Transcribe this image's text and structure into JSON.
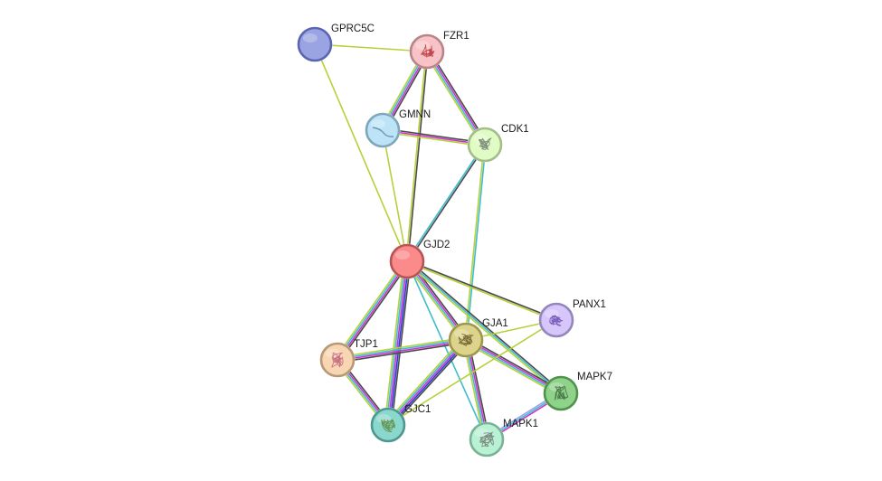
{
  "nodes": [
    {
      "id": "GPRC5C",
      "label": "GPRC5C",
      "fill": "#9aa4e2",
      "stroke": "#5a66b4",
      "glyph": "none"
    },
    {
      "id": "FZR1",
      "label": "FZR1",
      "fill": "#f7c3c6",
      "stroke": "#b88488",
      "glyph": "protein-structure-red"
    },
    {
      "id": "GMNN",
      "label": "GMNN",
      "fill": "#bde4f6",
      "stroke": "#7fa7bc",
      "glyph": "protein-structure-blue"
    },
    {
      "id": "CDK1",
      "label": "CDK1",
      "fill": "#e1fbc4",
      "stroke": "#a3bd86",
      "glyph": "protein-structure-gray"
    },
    {
      "id": "GJD2",
      "label": "GJD2",
      "fill": "#fb8b8b",
      "stroke": "#b65454",
      "glyph": "none"
    },
    {
      "id": "PANX1",
      "label": "PANX1",
      "fill": "#d6c6fa",
      "stroke": "#9385bd",
      "glyph": "protein-structure-purple"
    },
    {
      "id": "GJA1",
      "label": "GJA1",
      "fill": "#dcd48a",
      "stroke": "#9e974f",
      "glyph": "protein-structure-olive"
    },
    {
      "id": "TJP1",
      "label": "TJP1",
      "fill": "#f8d6b4",
      "stroke": "#b79877",
      "glyph": "protein-structure-pink"
    },
    {
      "id": "MAPK7",
      "label": "MAPK7",
      "fill": "#8fd28a",
      "stroke": "#4f924c",
      "glyph": "protein-structure-green"
    },
    {
      "id": "GJC1",
      "label": "GJC1",
      "fill": "#8ad7cd",
      "stroke": "#4e978e",
      "glyph": "protein-structure-teal"
    },
    {
      "id": "MAPK1",
      "label": "MAPK1",
      "fill": "#b9f1d4",
      "stroke": "#79b295",
      "glyph": "protein-structure-gray"
    }
  ],
  "edges": [
    {
      "from": "GPRC5C",
      "to": "FZR1",
      "colors": [
        "#b5d13b"
      ]
    },
    {
      "from": "GPRC5C",
      "to": "GJD2",
      "colors": [
        "#b5d13b"
      ]
    },
    {
      "from": "FZR1",
      "to": "GMNN",
      "colors": [
        "#4a4a4a",
        "#cc33cc",
        "#3fbccf",
        "#b5d13b"
      ]
    },
    {
      "from": "FZR1",
      "to": "CDK1",
      "colors": [
        "#4a4a4a",
        "#cc33cc",
        "#3fbccf",
        "#b5d13b"
      ]
    },
    {
      "from": "FZR1",
      "to": "GJD2",
      "colors": [
        "#4a4a4a",
        "#b5d13b"
      ]
    },
    {
      "from": "GMNN",
      "to": "CDK1",
      "colors": [
        "#4a4a4a",
        "#cc33cc",
        "#b5d13b"
      ]
    },
    {
      "from": "GMNN",
      "to": "GJD2",
      "colors": [
        "#b5d13b"
      ]
    },
    {
      "from": "CDK1",
      "to": "GJD2",
      "colors": [
        "#4a4a4a",
        "#3fbccf"
      ]
    },
    {
      "from": "CDK1",
      "to": "GJA1",
      "colors": [
        "#3fbccf",
        "#b5d13b"
      ]
    },
    {
      "from": "GJD2",
      "to": "PANX1",
      "colors": [
        "#4a4a4a",
        "#b5d13b"
      ]
    },
    {
      "from": "GJD2",
      "to": "GJA1",
      "colors": [
        "#4a4a4a",
        "#cc33cc",
        "#3fbccf",
        "#b5d13b"
      ]
    },
    {
      "from": "GJD2",
      "to": "TJP1",
      "colors": [
        "#4a4a4a",
        "#cc33cc",
        "#3fbccf",
        "#b5d13b"
      ]
    },
    {
      "from": "GJD2",
      "to": "GJC1",
      "colors": [
        "#4a4a4a",
        "#2b3bd6",
        "#cc33cc",
        "#3fbccf",
        "#b5d13b"
      ]
    },
    {
      "from": "GJD2",
      "to": "MAPK7",
      "colors": [
        "#4a4a4a",
        "#3fbccf",
        "#b5d13b"
      ]
    },
    {
      "from": "GJD2",
      "to": "MAPK1",
      "colors": [
        "#3fbccf"
      ]
    },
    {
      "from": "GJA1",
      "to": "PANX1",
      "colors": [
        "#b5d13b"
      ]
    },
    {
      "from": "GJA1",
      "to": "TJP1",
      "colors": [
        "#4a4a4a",
        "#cc33cc",
        "#3fbccf",
        "#b5d13b"
      ]
    },
    {
      "from": "GJA1",
      "to": "GJC1",
      "colors": [
        "#4a4a4a",
        "#2b3bd6",
        "#cc33cc",
        "#3fbccf",
        "#b5d13b"
      ]
    },
    {
      "from": "GJA1",
      "to": "MAPK7",
      "colors": [
        "#4a4a4a",
        "#cc33cc",
        "#3fbccf",
        "#b5d13b"
      ]
    },
    {
      "from": "GJA1",
      "to": "MAPK1",
      "colors": [
        "#4a4a4a",
        "#cc33cc",
        "#3fbccf",
        "#b5d13b"
      ]
    },
    {
      "from": "TJP1",
      "to": "GJC1",
      "colors": [
        "#4a4a4a",
        "#cc33cc",
        "#3fbccf",
        "#b5d13b"
      ]
    },
    {
      "from": "MAPK7",
      "to": "MAPK1",
      "colors": [
        "#cc33cc",
        "#3fbccf",
        "#9aa4e2"
      ]
    },
    {
      "from": "PANX1",
      "to": "GJC1",
      "colors": [
        "#b5d13b"
      ]
    }
  ]
}
